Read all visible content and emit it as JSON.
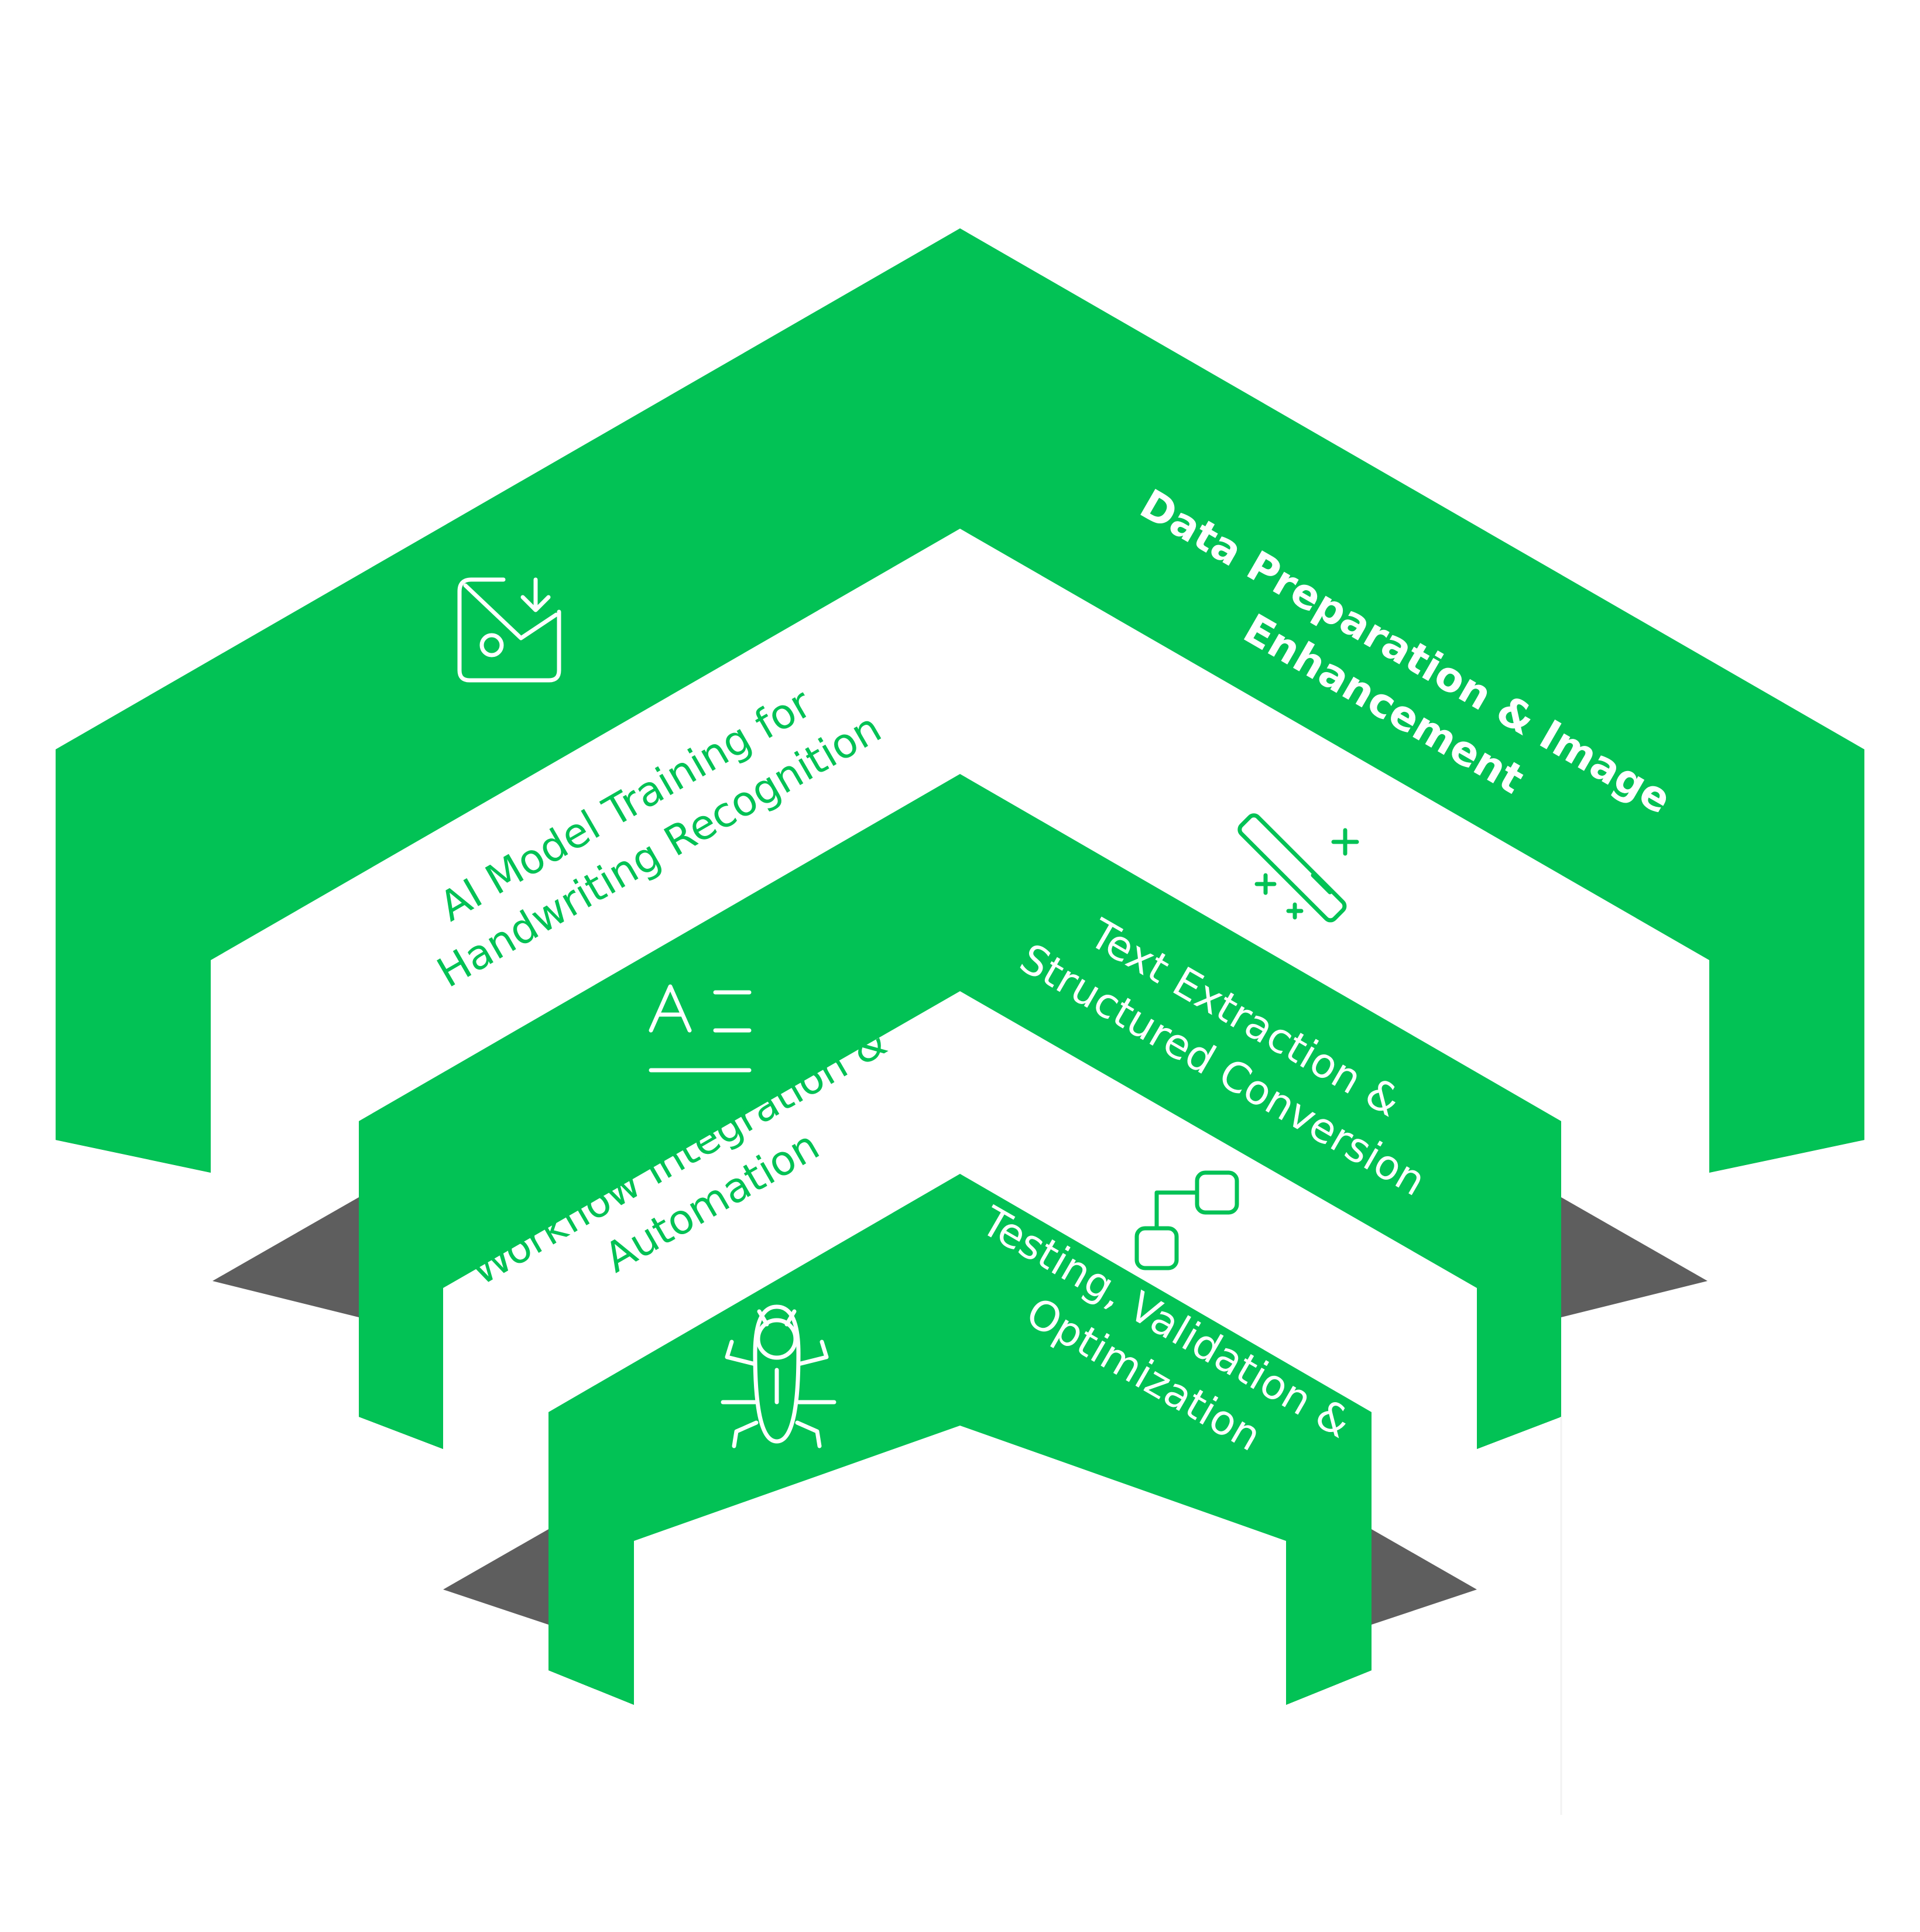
{
  "diagram": {
    "colors": {
      "green": "#02c255",
      "dark_green": "#0e6331",
      "gray": "#5e5e5e",
      "white": "#ffffff"
    },
    "steps": [
      {
        "label_lines": [
          "Data Preparation & Image",
          "Enhancement"
        ],
        "icon": "image-download-icon"
      },
      {
        "label_lines": [
          "AI Model Training for",
          "Handwriting Recognition"
        ],
        "icon": "magic-wand-icon"
      },
      {
        "label_lines": [
          "Text Extraction &",
          "Structured Conversion"
        ],
        "icon": "text-format-icon"
      },
      {
        "label_lines": [
          "Workflow Integration &",
          "Automation"
        ],
        "icon": "workflow-nodes-icon"
      },
      {
        "label_lines": [
          "Testing, Validation &",
          "Optimization"
        ],
        "icon": "bug-icon"
      }
    ]
  }
}
